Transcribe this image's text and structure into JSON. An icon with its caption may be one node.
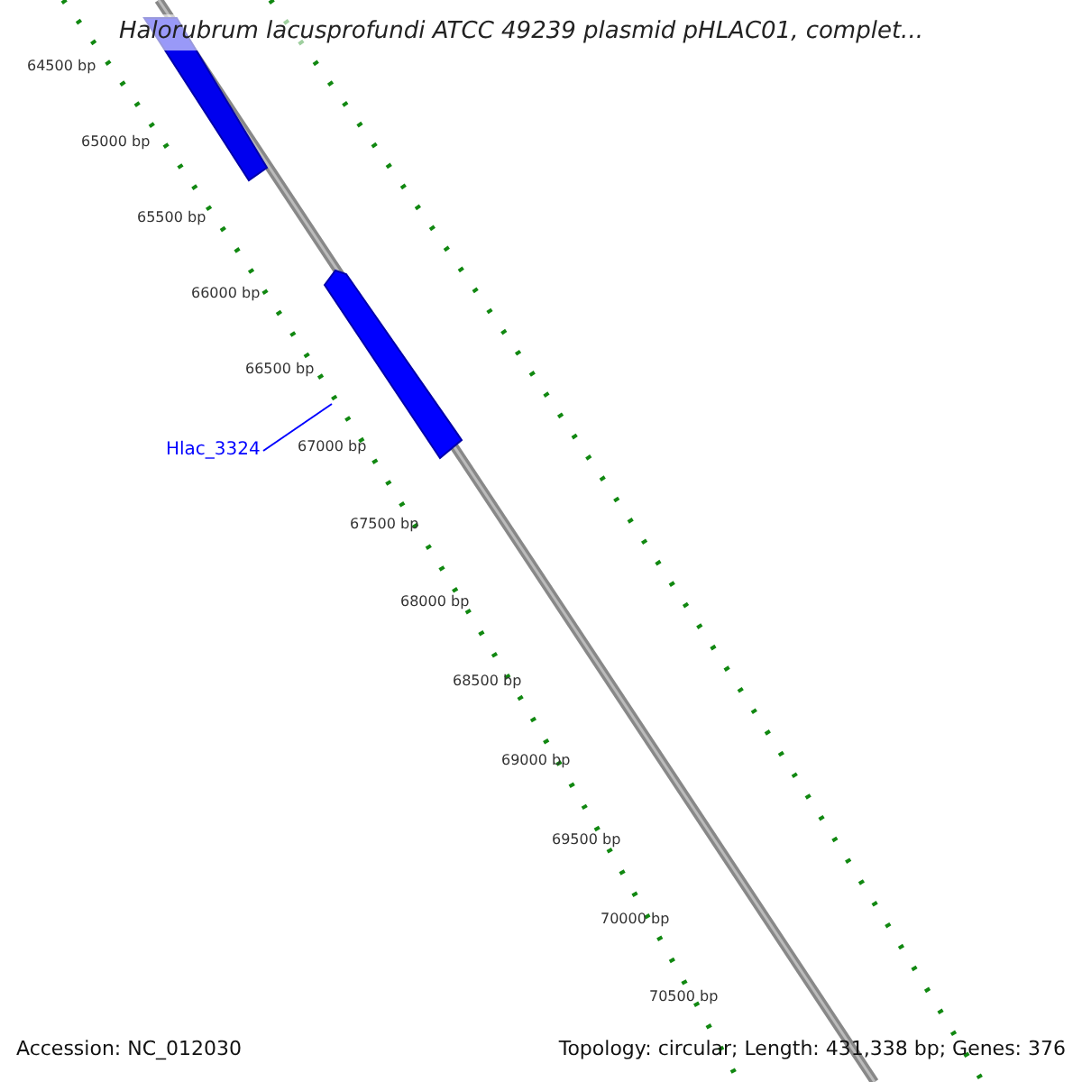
{
  "diagram": {
    "title": "Halorubrum lacusprofundi ATCC 49239 plasmid pHLAC01, complet...",
    "nodes": [
      {
        "text": [],
        "shape": "bar"
      },
      {
        "text": [],
        "shape": "bar"
      },
      {
        "text": [
          "Hlac_3324"
        ]
      }
    ],
    "edges": [
      {
        "from": 2,
        "to": 1,
        "arrow": "none",
        "color": "#0000ff"
      }
    ],
    "labels": [
      "64500 bp",
      "65000 bp",
      "65500 bp",
      "66000 bp",
      "66500 bp",
      "67000 bp",
      "67500 bp",
      "68000 bp",
      "68500 bp",
      "69000 bp",
      "69500 bp",
      "70000 bp",
      "70500 bp",
      "Accession: NC_012030",
      "Topology: circular; Length: 431,338 bp; Genes: 376"
    ]
  }
}
